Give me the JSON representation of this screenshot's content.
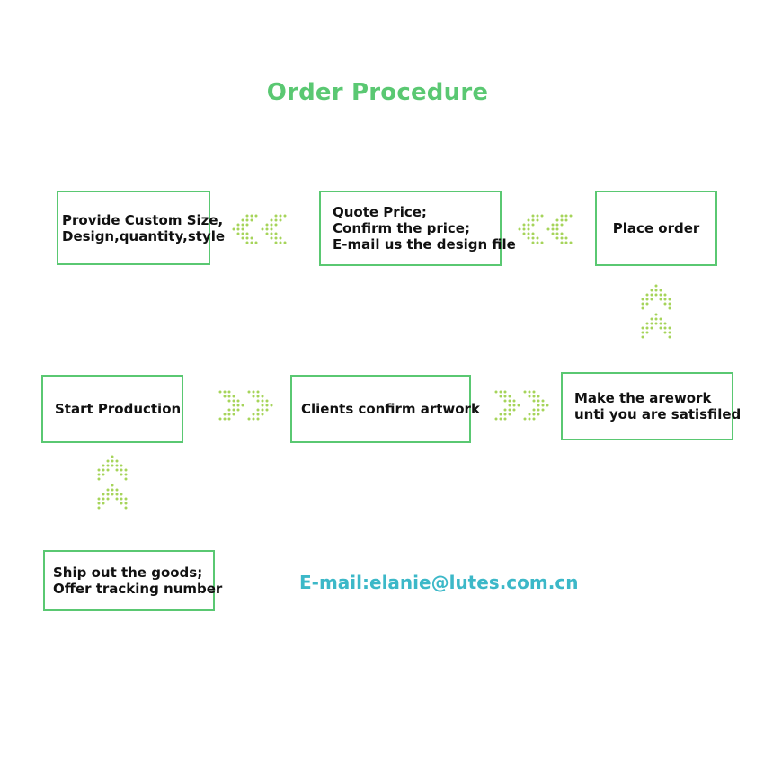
{
  "title": "Order Procedure",
  "steps": [
    {
      "lines": [
        "Provide Custom Size,",
        "Design,quantity,style"
      ]
    },
    {
      "lines": [
        "Quote Price;",
        "Confirm the price;",
        "E-mail us the design file"
      ]
    },
    {
      "lines": [
        "Place order"
      ]
    },
    {
      "lines": [
        "Make the arework",
        "unti you are satisfiled"
      ]
    },
    {
      "lines": [
        "Clients confirm artwork"
      ]
    },
    {
      "lines": [
        "Start Production"
      ]
    },
    {
      "lines": [
        "Ship out the goods;",
        "Offer tracking number"
      ]
    }
  ],
  "email": "E-mail:elanie@lutes.com.cn",
  "colors": {
    "box_border": "#5ac872",
    "title": "#5ac872",
    "arrow": "#a6d45a",
    "email": "#3cb8c8"
  }
}
